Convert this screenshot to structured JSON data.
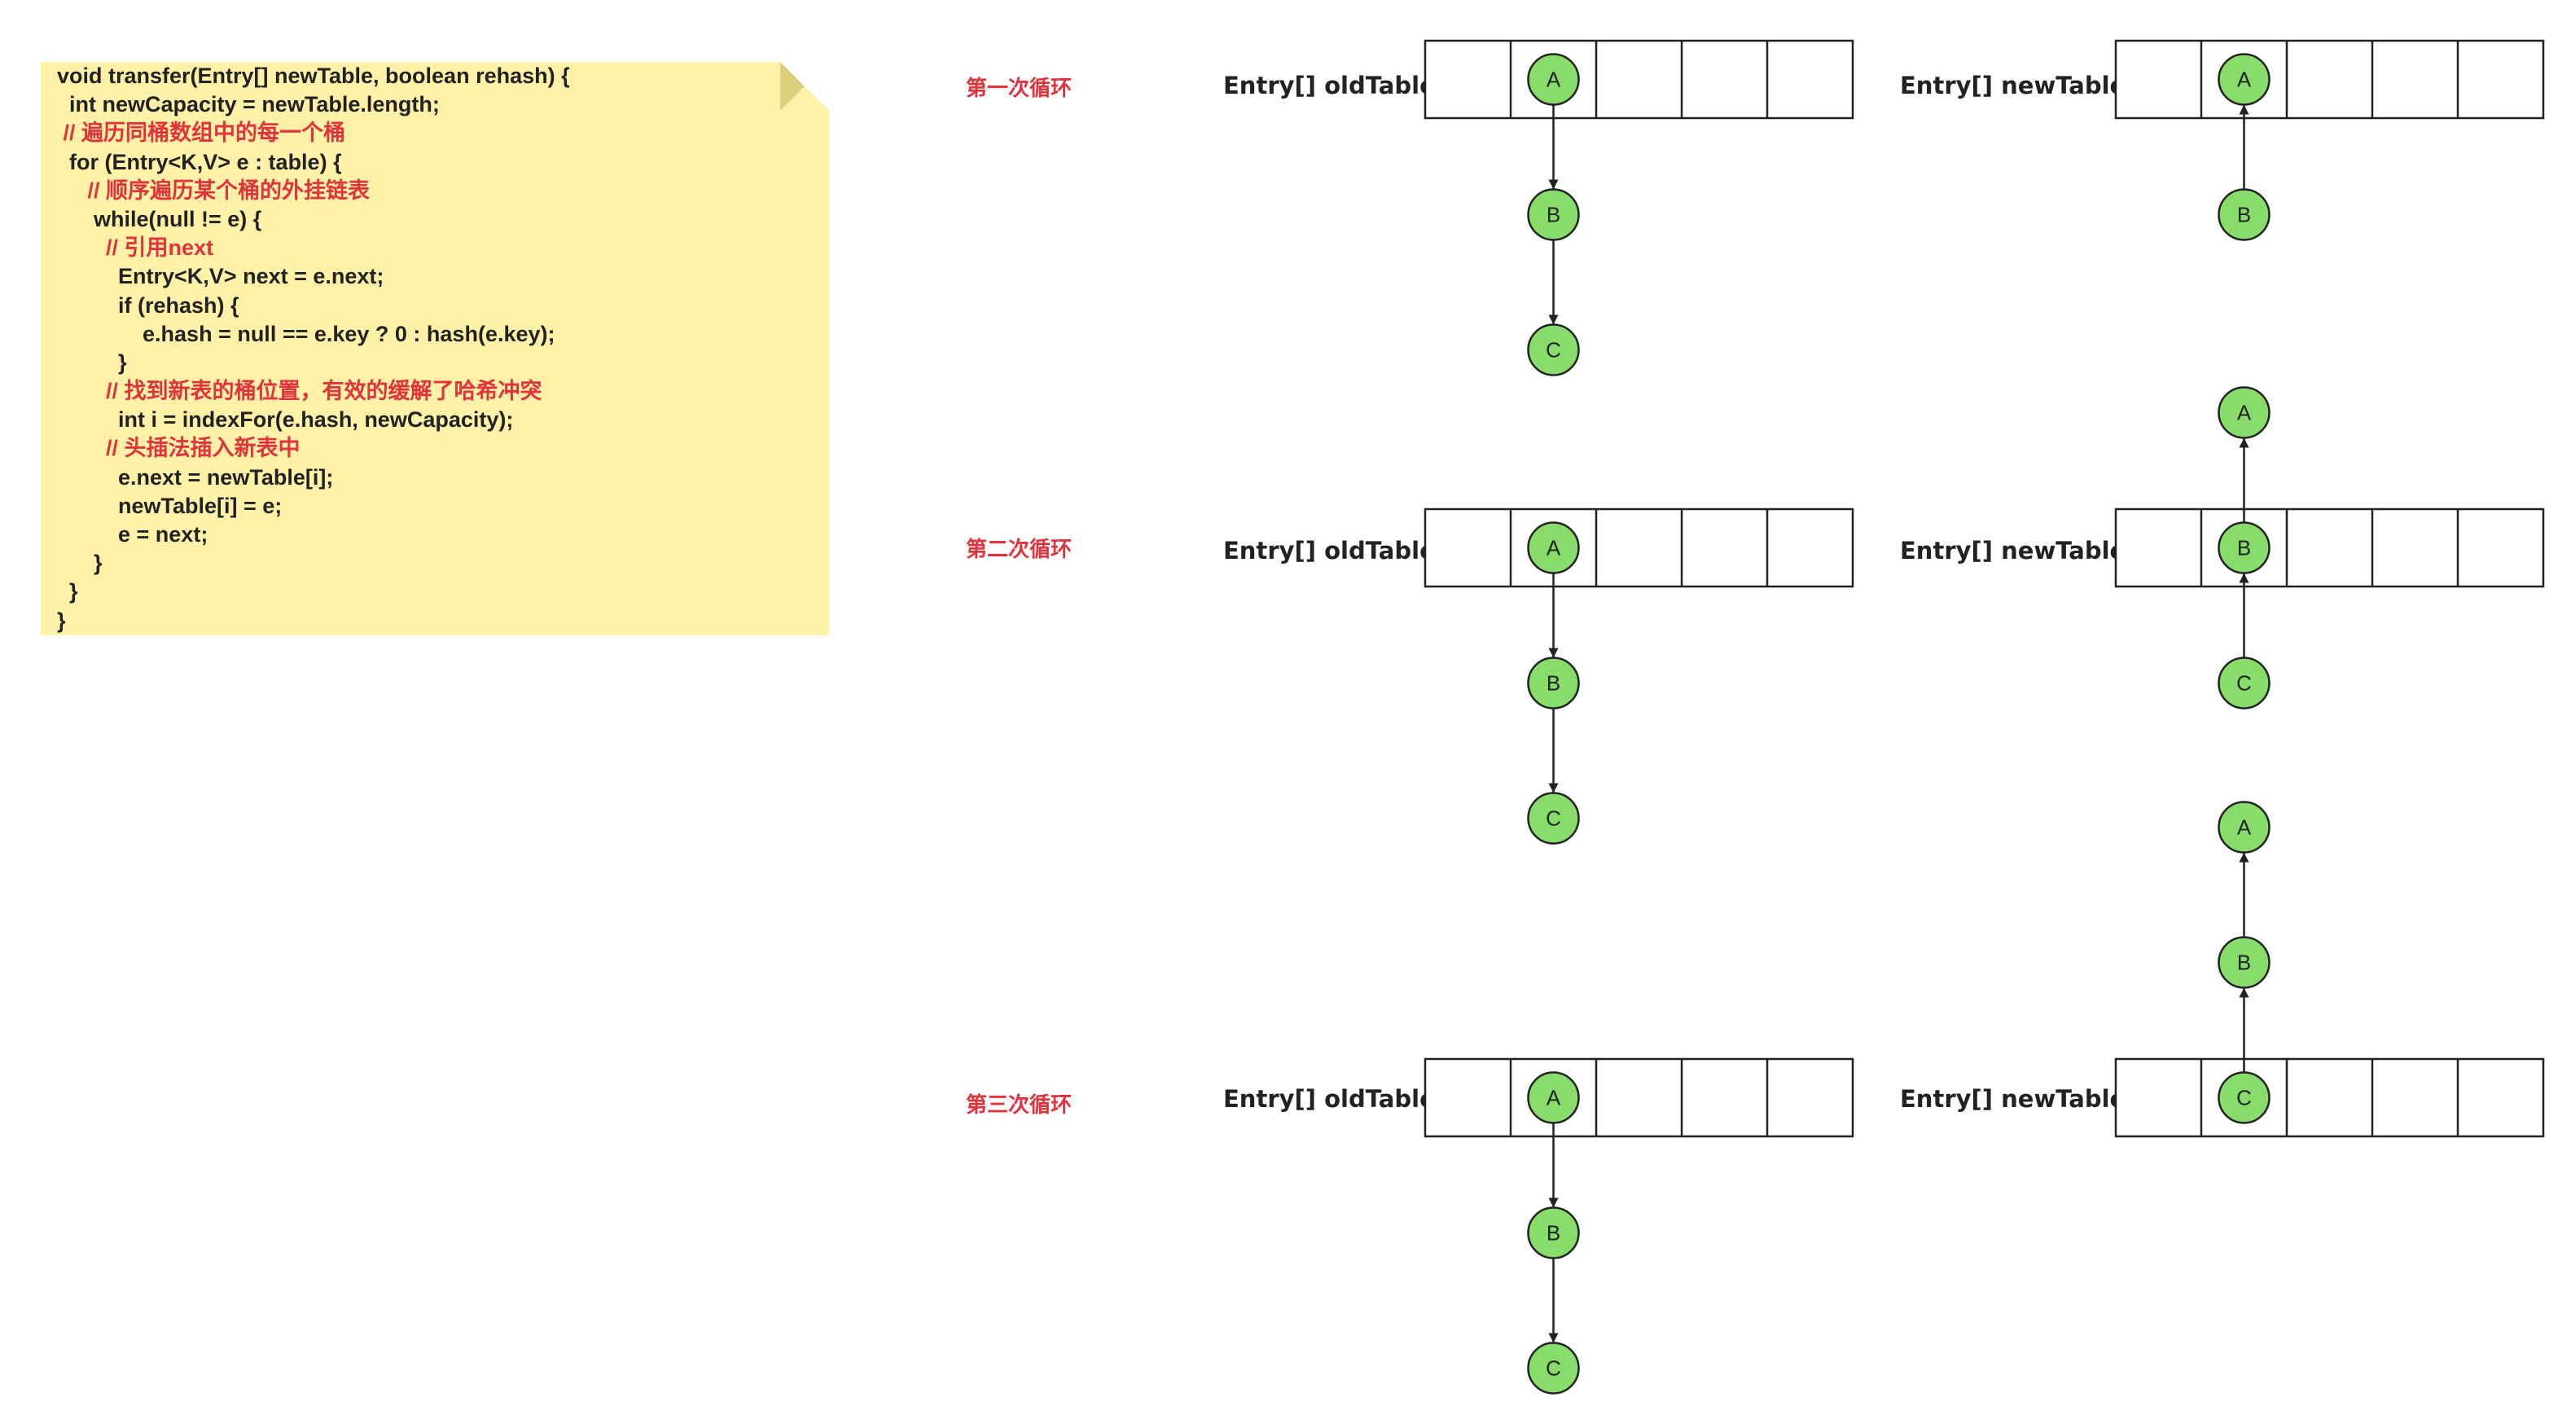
{
  "code_note": {
    "lines": [
      {
        "text": "void transfer(Entry[] newTable, boolean rehash) {",
        "comment": false
      },
      {
        "text": "  int newCapacity = newTable.length;",
        "comment": false
      },
      {
        "text": " // 遍历同桶数组中的每一个桶",
        "comment": true
      },
      {
        "text": "  for (Entry<K,V> e : table) {",
        "comment": false
      },
      {
        "text": "     // 顺序遍历某个桶的外挂链表",
        "comment": true
      },
      {
        "text": "      while(null != e) {",
        "comment": false
      },
      {
        "text": "        // 引用next",
        "comment": true
      },
      {
        "text": "          Entry<K,V> next = e.next;",
        "comment": false
      },
      {
        "text": "          if (rehash) {",
        "comment": false
      },
      {
        "text": "              e.hash = null == e.key ? 0 : hash(e.key);",
        "comment": false
      },
      {
        "text": "          }",
        "comment": false
      },
      {
        "text": "        // 找到新表的桶位置，有效的缓解了哈希冲突",
        "comment": true
      },
      {
        "text": "          int i = indexFor(e.hash, newCapacity);",
        "comment": false
      },
      {
        "text": "        // 头插法插入新表中",
        "comment": true
      },
      {
        "text": "          e.next = newTable[i];",
        "comment": false
      },
      {
        "text": "          newTable[i] = e;",
        "comment": false
      },
      {
        "text": "          e = next;",
        "comment": false
      },
      {
        "text": "      }",
        "comment": false
      },
      {
        "text": "  }",
        "comment": false
      },
      {
        "text": "}",
        "comment": false
      }
    ]
  },
  "passes": [
    {
      "label": "第一次循环",
      "old_table": {
        "label": "Entry[] oldTable",
        "chain": [
          "A",
          "B",
          "C"
        ]
      },
      "new_table": {
        "label": "Entry[] newTable",
        "chain": [
          "A",
          "B"
        ]
      }
    },
    {
      "label": "第二次循环",
      "old_table": {
        "label": "Entry[] oldTable",
        "chain": [
          "A",
          "B",
          "C"
        ]
      },
      "new_table": {
        "label": "Entry[] newTable",
        "chain": [
          "A",
          "B",
          "C"
        ]
      }
    },
    {
      "label": "第三次循环",
      "old_table": {
        "label": "Entry[] oldTable",
        "chain": [
          "A",
          "B",
          "C"
        ]
      },
      "new_table": {
        "label": "Entry[] newTable",
        "chain": [
          "A",
          "B",
          "C"
        ]
      }
    }
  ],
  "colors": {
    "node_fill": "#88dc6a",
    "node_stroke": "#222222",
    "comment": "#e0333b",
    "note_bg": "#fff2a8"
  }
}
